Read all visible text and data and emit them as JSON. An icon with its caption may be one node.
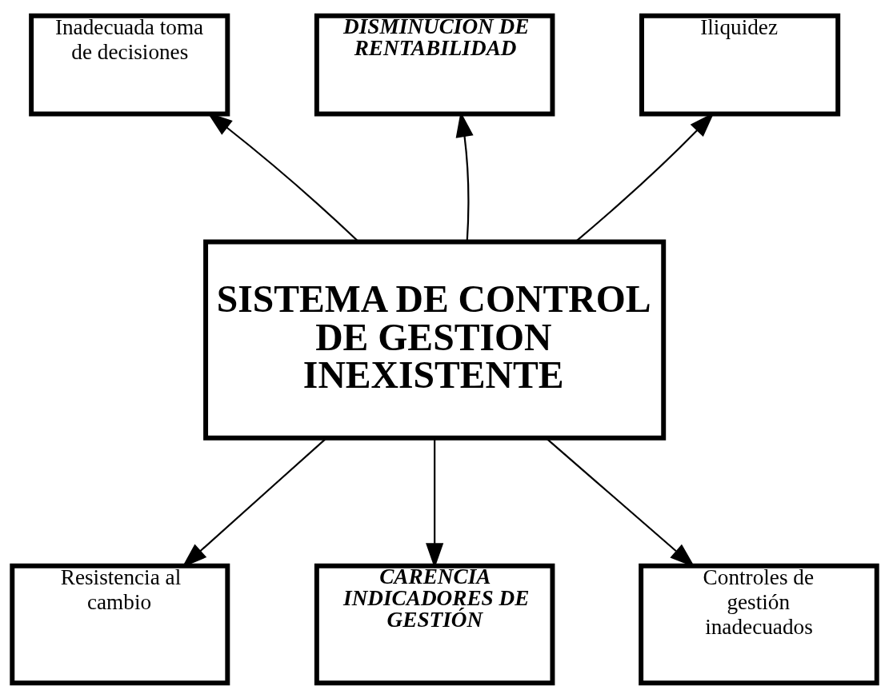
{
  "diagram": {
    "nodes": [
      {
        "text": [
          "Inadecuada toma de decisiones"
        ]
      },
      {
        "text": [
          "DISMINUCION DE RENTABILIDAD"
        ]
      },
      {
        "text": [
          "Iliquidez"
        ]
      },
      {
        "text": [
          "SISTEMA DE CONTROL DE GESTION INEXISTENTE"
        ]
      },
      {
        "text": [
          "Resistencia al cambio"
        ]
      },
      {
        "text": [
          "CARENCIA INDICADORES DE GESTIÓN"
        ]
      },
      {
        "text": [
          "Controles de gestión inadecuados"
        ]
      }
    ],
    "edges": [
      {
        "from": 3,
        "to": 0,
        "arrow": "to"
      },
      {
        "from": 3,
        "to": 1,
        "arrow": "to"
      },
      {
        "from": 3,
        "to": 2,
        "arrow": "to"
      },
      {
        "from": 3,
        "to": 4,
        "arrow": "to"
      },
      {
        "from": 3,
        "to": 5,
        "arrow": "to"
      },
      {
        "from": 3,
        "to": 6,
        "arrow": "to"
      }
    ]
  }
}
